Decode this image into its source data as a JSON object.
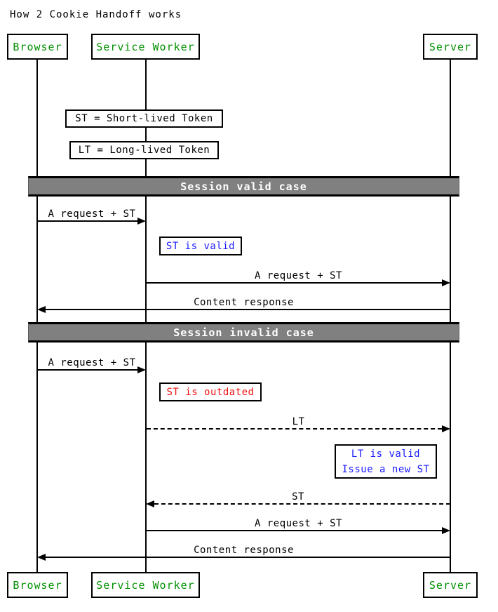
{
  "title": "How 2 Cookie Handoff works",
  "actors": {
    "browser": "Browser",
    "service_worker": "Service Worker",
    "server": "Server"
  },
  "definitions": {
    "st": "ST = Short-lived Token",
    "lt": "LT = Long-lived Token"
  },
  "sections": {
    "valid": {
      "divider": "Session valid case",
      "msg_browser_to_sw": "A request + ST",
      "note_st_valid": "ST is valid",
      "msg_sw_to_server": "A request + ST",
      "msg_server_to_browser": "Content response"
    },
    "invalid": {
      "divider": "Session invalid case",
      "msg_browser_to_sw": "A request + ST",
      "note_st_outdated": "ST is outdated",
      "msg_lt": "LT",
      "note_lt_line1": "LT is valid",
      "note_lt_line2": "Issue a new ST",
      "msg_st": "ST",
      "msg_sw_to_server": "A request + ST",
      "msg_server_to_browser": "Content response"
    }
  },
  "colors": {
    "actor_text": "#009000",
    "note_info_text": "#1a1aff",
    "note_error_text": "#ee1111",
    "divider_bg": "#808080",
    "divider_text": "#ffffff",
    "line": "#000000"
  }
}
